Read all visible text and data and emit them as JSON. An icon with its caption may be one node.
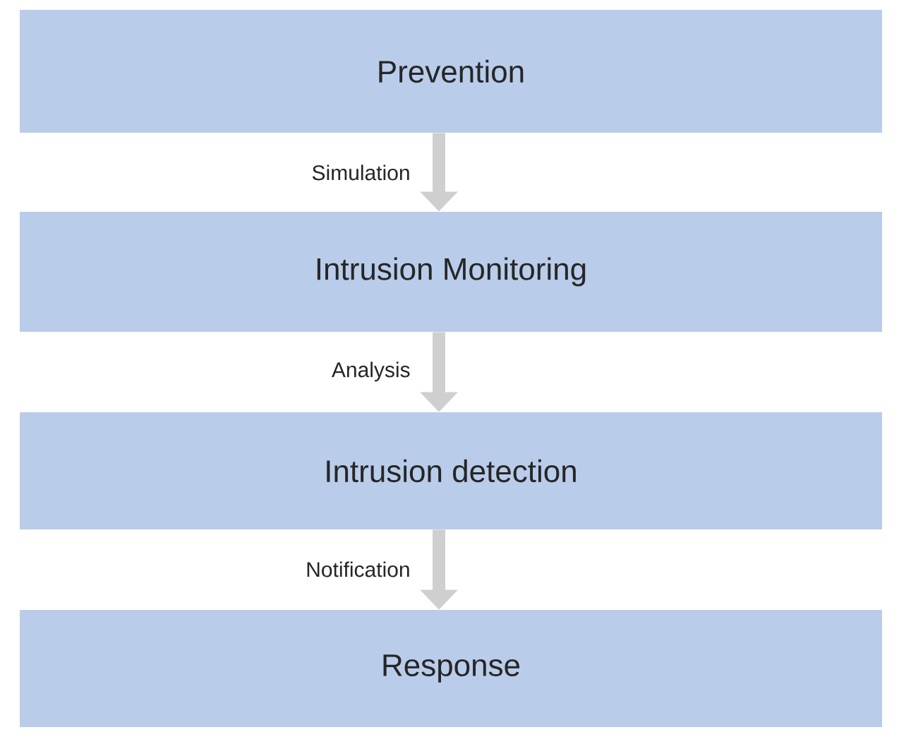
{
  "diagram": {
    "nodes": [
      {
        "text": [
          "Prevention"
        ]
      },
      {
        "text": [
          "Intrusion Monitoring"
        ]
      },
      {
        "text": [
          "Intrusion detection"
        ]
      },
      {
        "text": [
          "Response"
        ]
      }
    ],
    "edges": [
      {
        "from": 0,
        "to": 1,
        "arrow": "to",
        "label": "Simulation"
      },
      {
        "from": 1,
        "to": 2,
        "arrow": "to",
        "label": "Analysis"
      },
      {
        "from": 2,
        "to": 3,
        "arrow": "to",
        "label": "Notification"
      }
    ]
  }
}
